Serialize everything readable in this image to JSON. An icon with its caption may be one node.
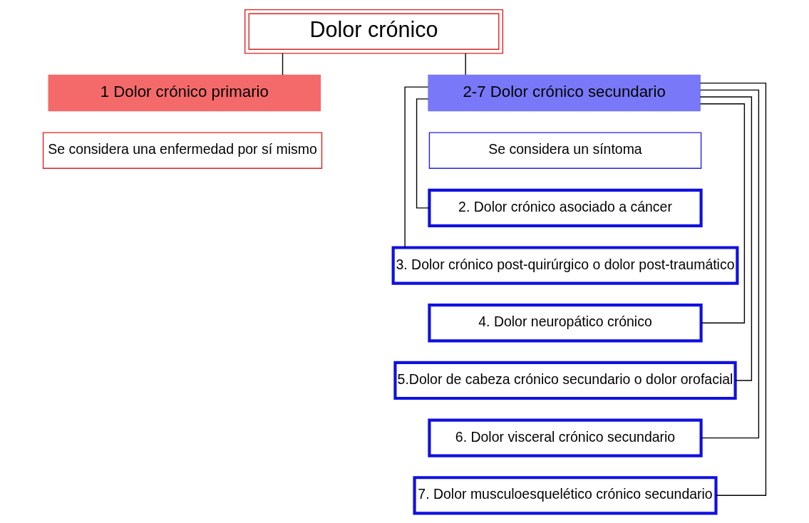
{
  "diagram": {
    "nodes": [
      {
        "text": [
          "Dolor crónico"
        ]
      },
      {
        "text": [
          "1 Dolor crónico primario"
        ]
      },
      {
        "text": [
          "2-7 Dolor crónico secundario"
        ]
      },
      {
        "text": [
          "Se considera una enfermedad por sí mismo"
        ]
      },
      {
        "text": [
          "Se considera un síntoma"
        ]
      },
      {
        "text": [
          "2. Dolor crónico asociado a cáncer"
        ]
      },
      {
        "text": [
          "3. Dolor crónico post-quirúrgico o dolor post-traumático"
        ]
      },
      {
        "text": [
          "4. Dolor neuropático crónico"
        ]
      },
      {
        "text": [
          "5.Dolor de cabeza crónico secundario o dolor orofacial"
        ]
      },
      {
        "text": [
          "6. Dolor visceral crónico secundario"
        ]
      },
      {
        "text": [
          "7. Dolor musculoesquelético crónico secundario"
        ]
      }
    ],
    "edges": [
      {
        "from": 0,
        "to": 1,
        "arrow": "none"
      },
      {
        "from": 0,
        "to": 2,
        "arrow": "none"
      },
      {
        "from": 2,
        "to": 5,
        "arrow": "none"
      },
      {
        "from": 2,
        "to": 6,
        "arrow": "none"
      },
      {
        "from": 2,
        "to": 7,
        "arrow": "none"
      },
      {
        "from": 2,
        "to": 8,
        "arrow": "none"
      },
      {
        "from": 2,
        "to": 9,
        "arrow": "none"
      },
      {
        "from": 2,
        "to": 10,
        "arrow": "none"
      }
    ]
  }
}
